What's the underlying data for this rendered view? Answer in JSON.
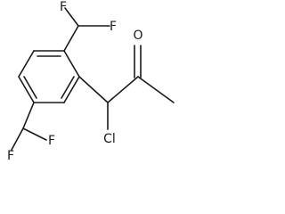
{
  "structure": {
    "atoms": {
      "fluorine_top_left": "F",
      "fluorine_top_right": "F",
      "oxygen": "O",
      "fluorine_bottom_left": "F",
      "fluorine_bottom_right": "F",
      "chlorine": "Cl"
    }
  }
}
